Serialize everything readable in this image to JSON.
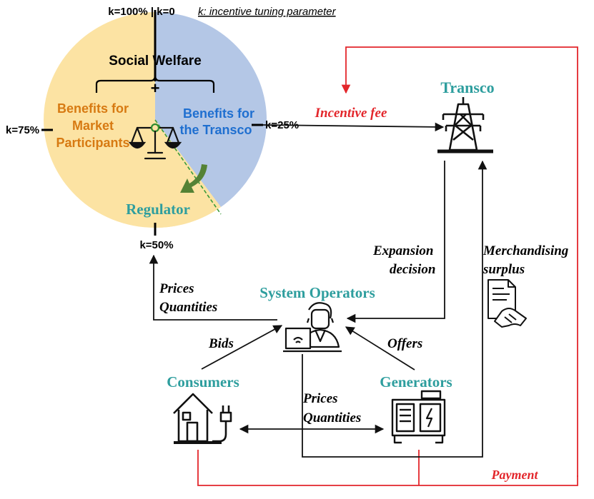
{
  "k_labels": {
    "top": "k=100% | k=0",
    "left": "k=75%",
    "right": "k=25%",
    "bottom": "k=50%"
  },
  "k_definition": "k: incentive tuning parameter",
  "pie": {
    "title": "Social Welfare",
    "plus": "+",
    "left_lines": [
      "Benefits for",
      "Market",
      "Participants"
    ],
    "right_lines": [
      "Benefits for",
      "the Transco"
    ],
    "regulator": "Regulator"
  },
  "nodes": {
    "transco": "Transco",
    "system_operators": "System Operators",
    "consumers": "Consumers",
    "generators": "Generators"
  },
  "flows": {
    "incentive_fee": "Incentive fee",
    "payment": "Payment",
    "expansion_lines": [
      "Expansion",
      "decision"
    ],
    "merch_lines": [
      "Merchandising",
      "surplus"
    ],
    "prices_quantities_left": [
      "Prices",
      "Quantities"
    ],
    "prices_quantities_bottom": [
      "Prices",
      "Quantities"
    ],
    "bids": "Bids",
    "offers": "Offers"
  },
  "colors": {
    "pie_left": "#fce3a3",
    "pie_right": "#b4c7e6",
    "teal": "#2e9e9e",
    "orange": "#d77a12",
    "blue": "#1f6fd0",
    "red": "#e3262b",
    "green_arrow": "#548235"
  }
}
